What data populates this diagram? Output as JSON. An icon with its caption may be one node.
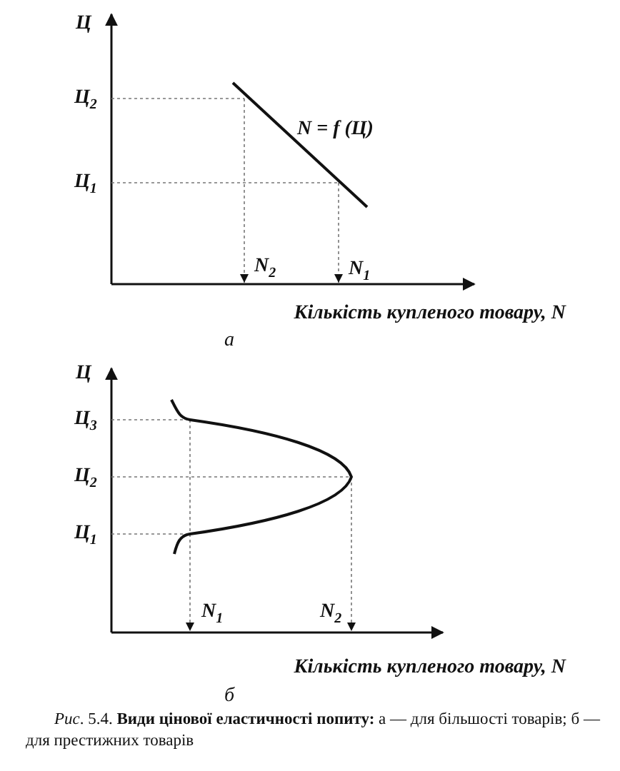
{
  "diagram": {
    "caption": "*Рис*. 5.4. **Види цінової еластичності попиту:** а — для більшості товарів; б — для престижних товарів",
    "labels": [
      "Ц",
      "Ц$_{2}$",
      "Ц$_{1}$",
      "N = f (Ц)",
      "N$_{2}$",
      "N$_{1}$",
      "Кількість купленого товару, N",
      "а",
      "Ц",
      "Ц$_{3}$",
      "Ц$_{2}$",
      "Ц$_{1}$",
      "N$_{1}$",
      "N$_{2}$",
      "Кількість купленого товару, N",
      "б"
    ]
  }
}
